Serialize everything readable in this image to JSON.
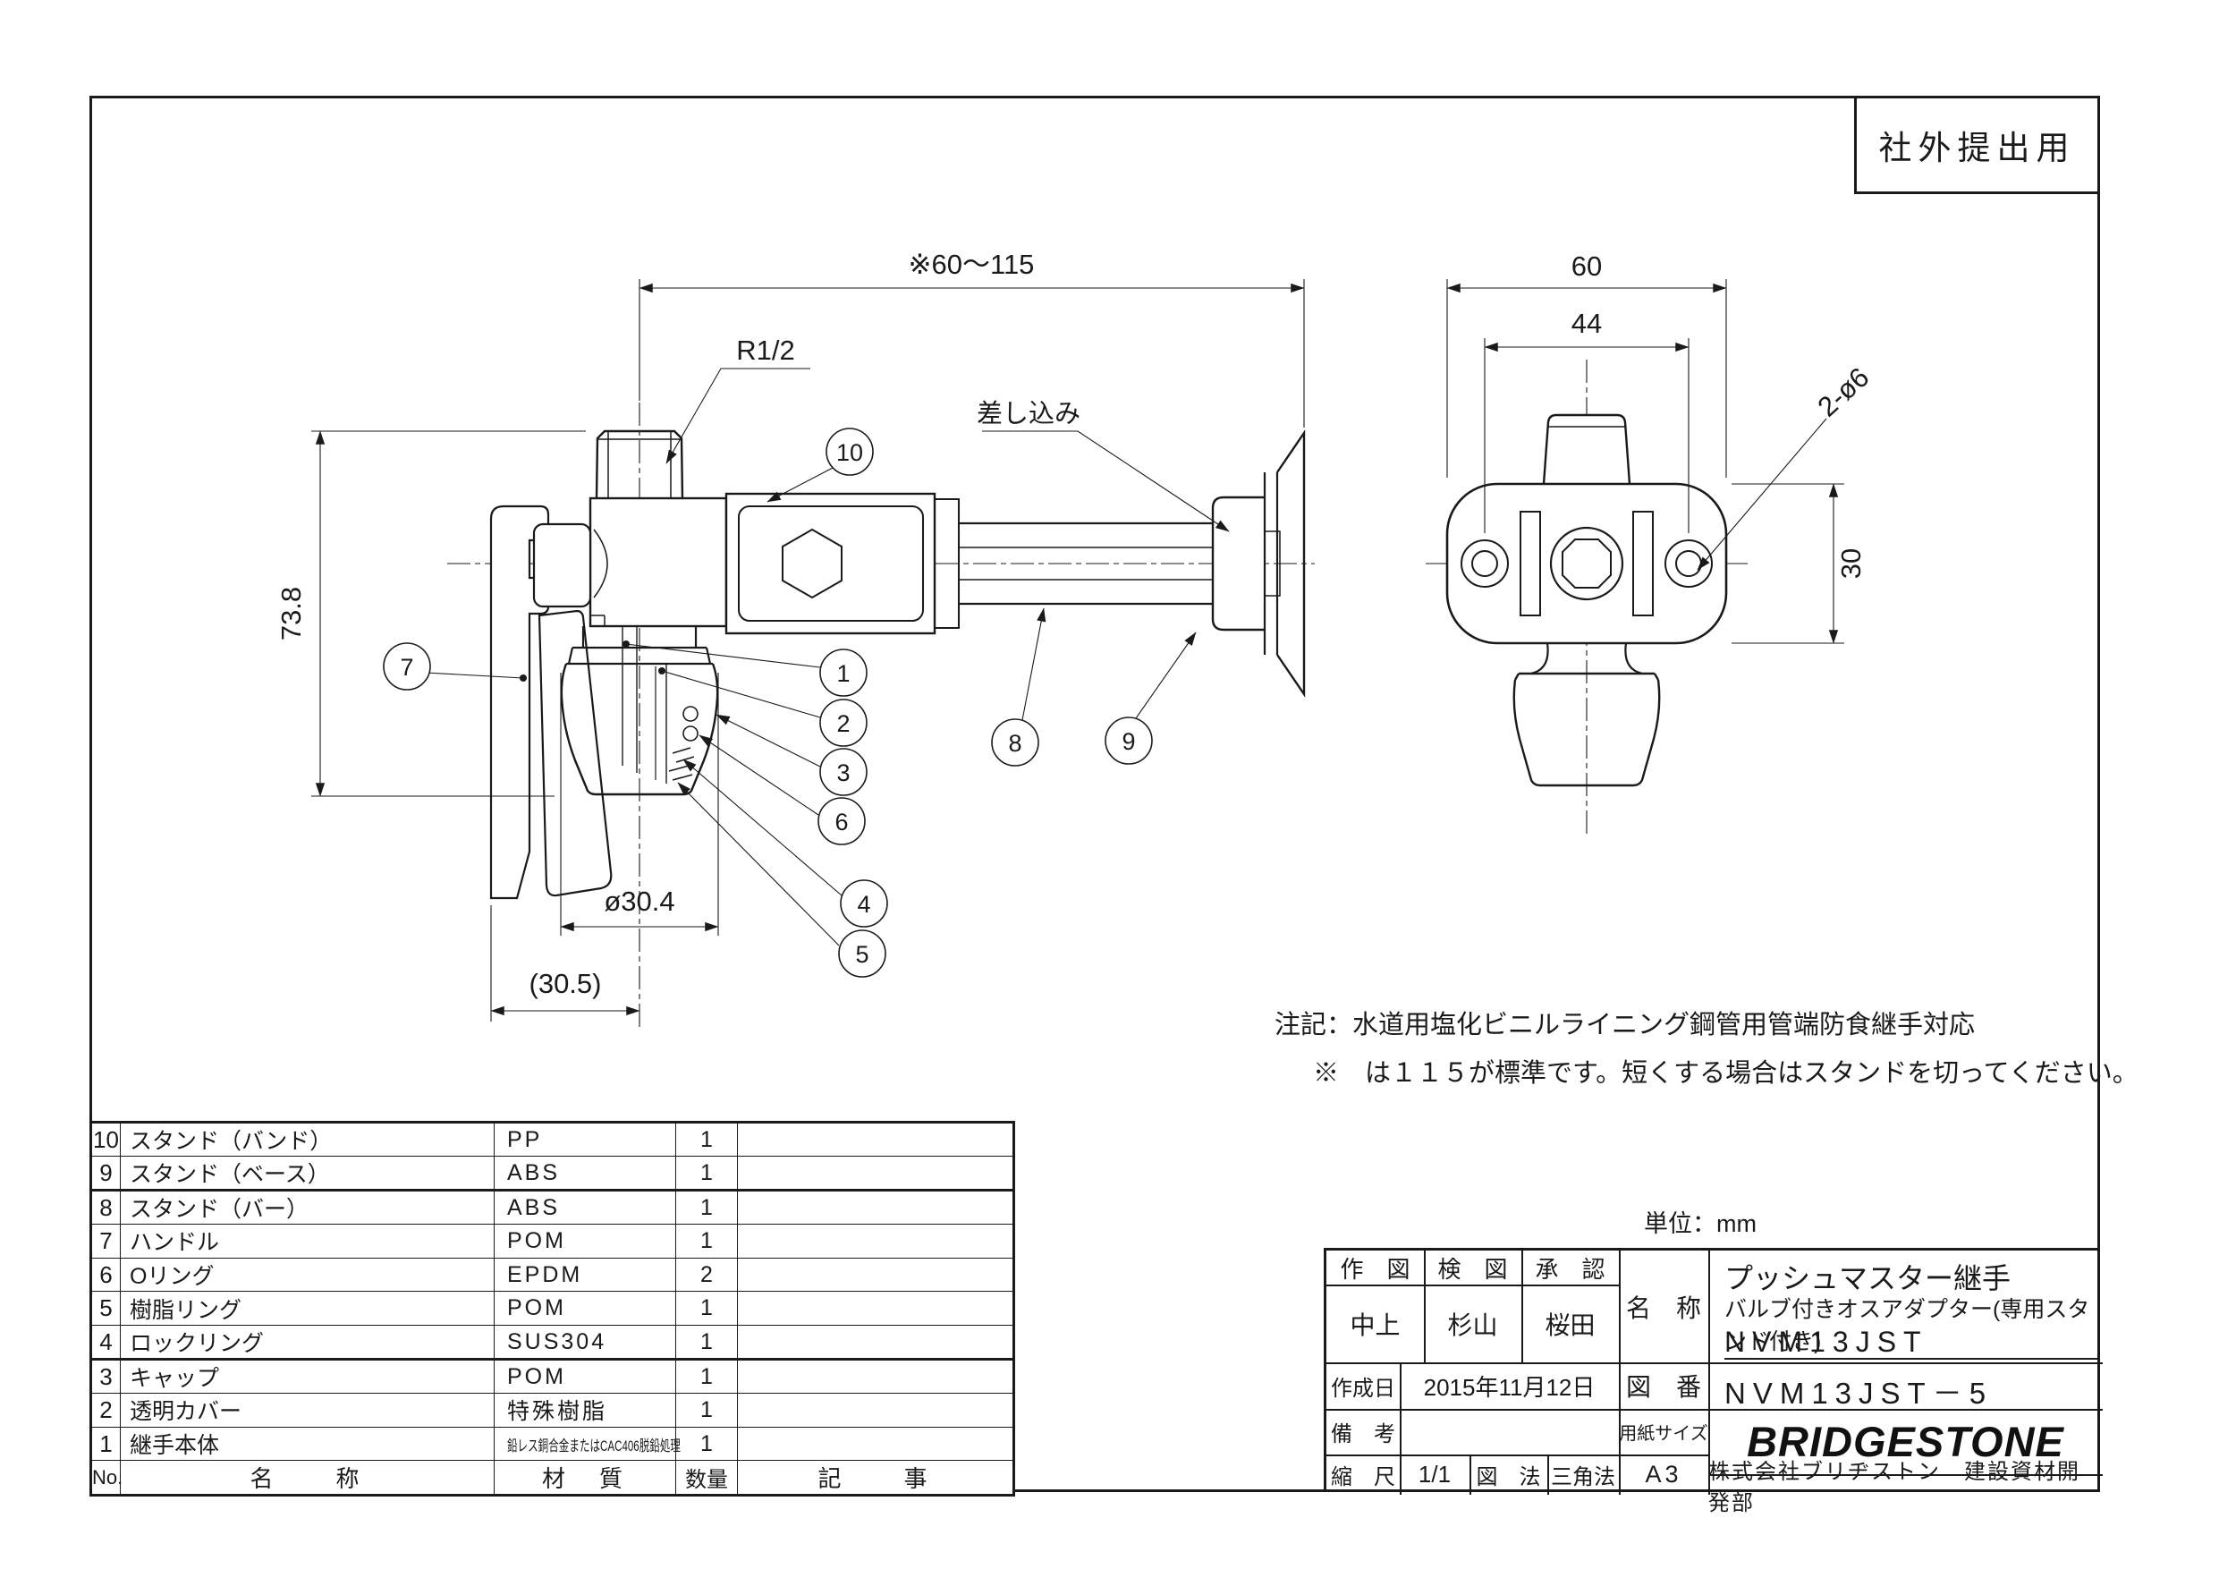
{
  "stamp": {
    "label": "社外提出用"
  },
  "front_view": {
    "dims": {
      "span": "※60～115",
      "thread_size": "R1/2",
      "insert_label": "差し込み",
      "height": "73.8",
      "cap_dia": "ø30.4",
      "handle_offset": "(30.5)"
    },
    "balloons": {
      "1": "1",
      "2": "2",
      "3": "3",
      "4": "4",
      "5": "5",
      "6": "6",
      "7": "7",
      "8": "8",
      "9": "9",
      "10": "10"
    }
  },
  "side_view": {
    "dims": {
      "width": "60",
      "hole_pitch": "44",
      "hole_spec": "2-ø6",
      "height": "30"
    }
  },
  "notes": {
    "line1": "注記：水道用塩化ビニルライニング鋼管用管端防食継手対応",
    "line2": "※　は１１５が標準です。短くする場合はスタンドを切ってください。",
    "units": "単位：mm"
  },
  "parts_table": {
    "headers": {
      "no": "No.",
      "name": "名　　称",
      "material": "材　質",
      "qty": "数量",
      "remarks": "記　　事"
    },
    "rows": [
      {
        "no": "10",
        "name": "スタンド（バンド）",
        "material": "PP",
        "qty": "1",
        "remarks": ""
      },
      {
        "no": "9",
        "name": "スタンド（ベース）",
        "material": "ABS",
        "qty": "1",
        "remarks": ""
      },
      {
        "no": "8",
        "name": "スタンド（バー）",
        "material": "ABS",
        "qty": "1",
        "remarks": ""
      },
      {
        "no": "7",
        "name": "ハンドル",
        "material": "POM",
        "qty": "1",
        "remarks": ""
      },
      {
        "no": "6",
        "name": "Oリング",
        "material": "EPDM",
        "qty": "2",
        "remarks": ""
      },
      {
        "no": "5",
        "name": "樹脂リング",
        "material": "POM",
        "qty": "1",
        "remarks": ""
      },
      {
        "no": "4",
        "name": "ロックリング",
        "material": "SUS304",
        "qty": "1",
        "remarks": ""
      },
      {
        "no": "3",
        "name": "キャップ",
        "material": "POM",
        "qty": "1",
        "remarks": ""
      },
      {
        "no": "2",
        "name": "透明カバー",
        "material": "特殊樹脂",
        "qty": "1",
        "remarks": ""
      },
      {
        "no": "1",
        "name": "継手本体",
        "material": "鉛レス銅合金またはCAC406脱鉛処理",
        "qty": "1",
        "remarks": ""
      }
    ]
  },
  "title_block": {
    "labels": {
      "drawn": "作　図",
      "checked": "検　図",
      "approved": "承　認",
      "name": "名　称",
      "date": "作成日",
      "dwg_no": "図　番",
      "remarks": "備　考",
      "paper": "用紙サイズ",
      "scale": "縮　尺",
      "projection": "図　法"
    },
    "values": {
      "drawn": "中上",
      "checked": "杉山",
      "approved": "桜田",
      "date": "2015年11月12日",
      "remarks": "",
      "scale": "1/1",
      "projection": "三角法",
      "paper": "A3"
    },
    "name": {
      "line1": "プッシュマスター継手",
      "line2": "バルブ付きオスアダプター(専用スタンド付き)",
      "model": "NVM13JST"
    },
    "drawing_no": "NVM13JST－5",
    "logo": "BRIDGESTONE",
    "company": "株式会社ブリヂストン　建設資材開発部"
  }
}
